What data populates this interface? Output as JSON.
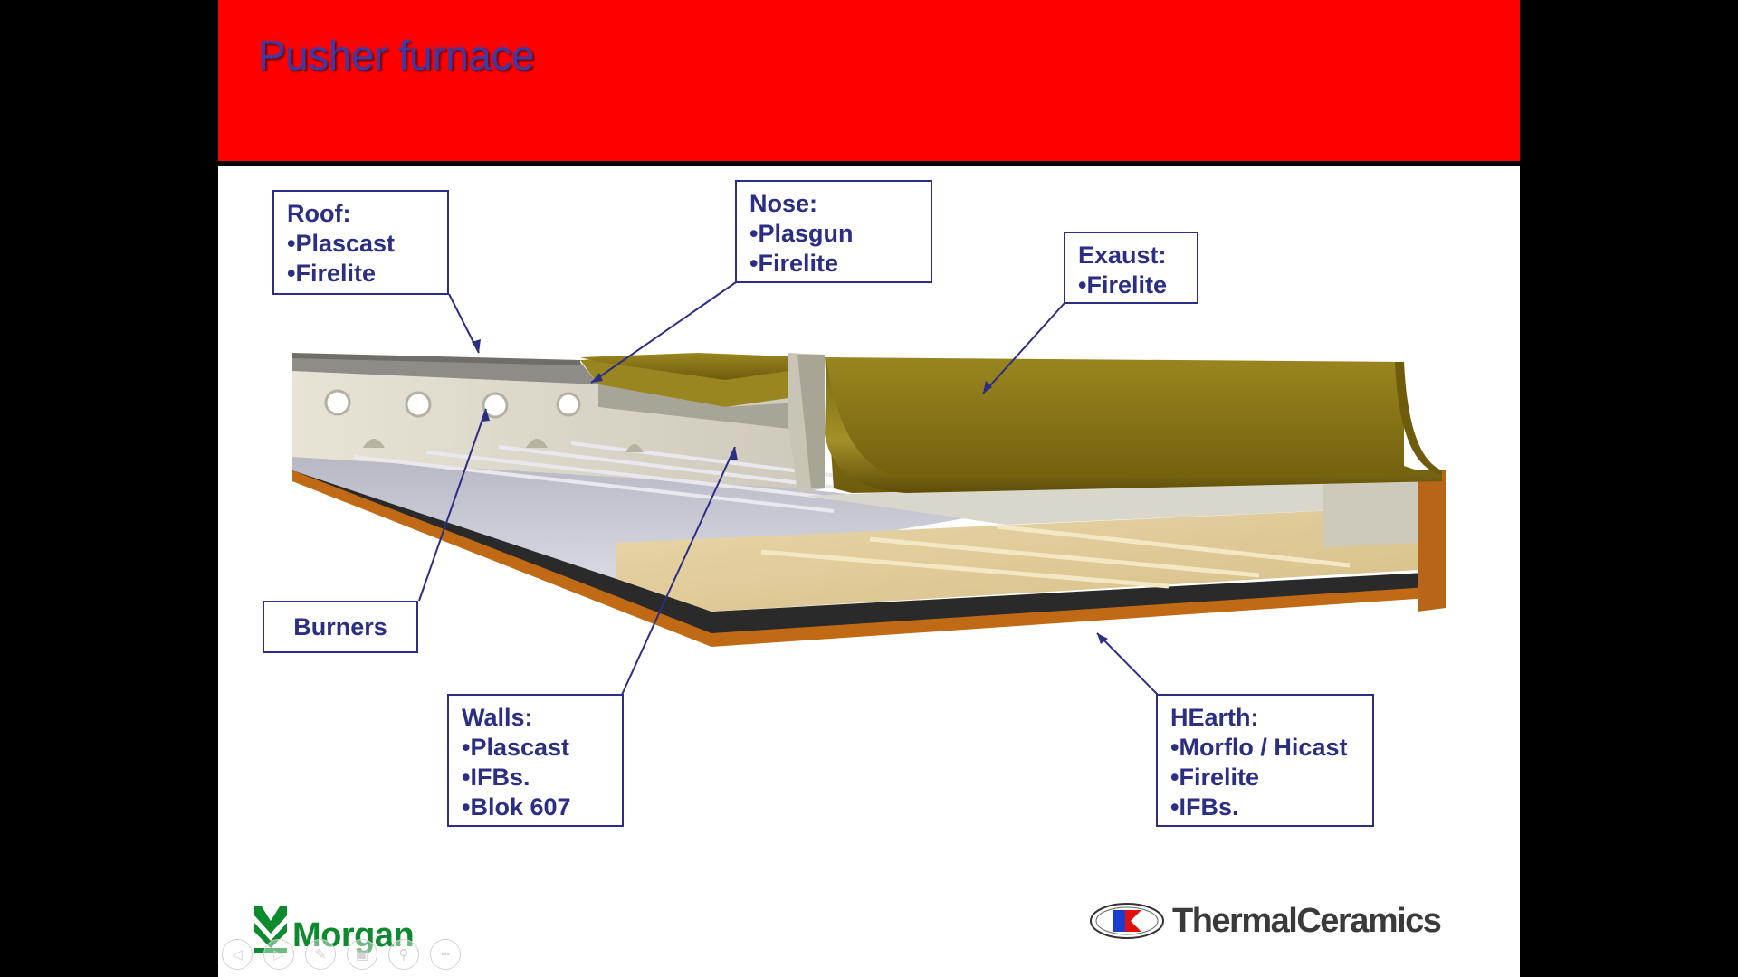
{
  "slide": {
    "title": "Pusher furnace",
    "callouts": {
      "roof": [
        "Roof:",
        "•Plascast",
        "•Firelite"
      ],
      "nose": [
        "Nose:",
        "•Plasgun",
        "•Firelite"
      ],
      "exhaust": [
        "Exaust:",
        "•Firelite"
      ],
      "burners": [
        "Burners"
      ],
      "walls": [
        "Walls:",
        "•Plascast",
        "•IFBs.",
        "•Blok 607"
      ],
      "hearth": [
        "HEarth:",
        "•Morflo / Hicast",
        "•Firelite",
        "•IFBs."
      ]
    },
    "logos": {
      "left": "Morgan",
      "right": "ThermalCeramics"
    }
  },
  "presenter_controls": [
    {
      "name": "previous-slide",
      "icon": "arrow-left-icon",
      "glyph": "◁"
    },
    {
      "name": "next-slide",
      "icon": "arrow-right-icon",
      "glyph": "▷"
    },
    {
      "name": "pen",
      "icon": "pen-icon",
      "glyph": "✎"
    },
    {
      "name": "see-all-slides",
      "icon": "slides-grid-icon",
      "glyph": "▣"
    },
    {
      "name": "zoom",
      "icon": "magnifier-icon",
      "glyph": "⚲"
    },
    {
      "name": "more-options",
      "icon": "more-icon",
      "glyph": "•••"
    }
  ],
  "colors": {
    "title_bar": "#ff0000",
    "title_text": "#3a3aa8",
    "callout_text": "#2b2e83",
    "morgan_green": "#0e8a2e",
    "roof_olive": "#8f7a18",
    "hearth_orange": "#c06a15"
  }
}
